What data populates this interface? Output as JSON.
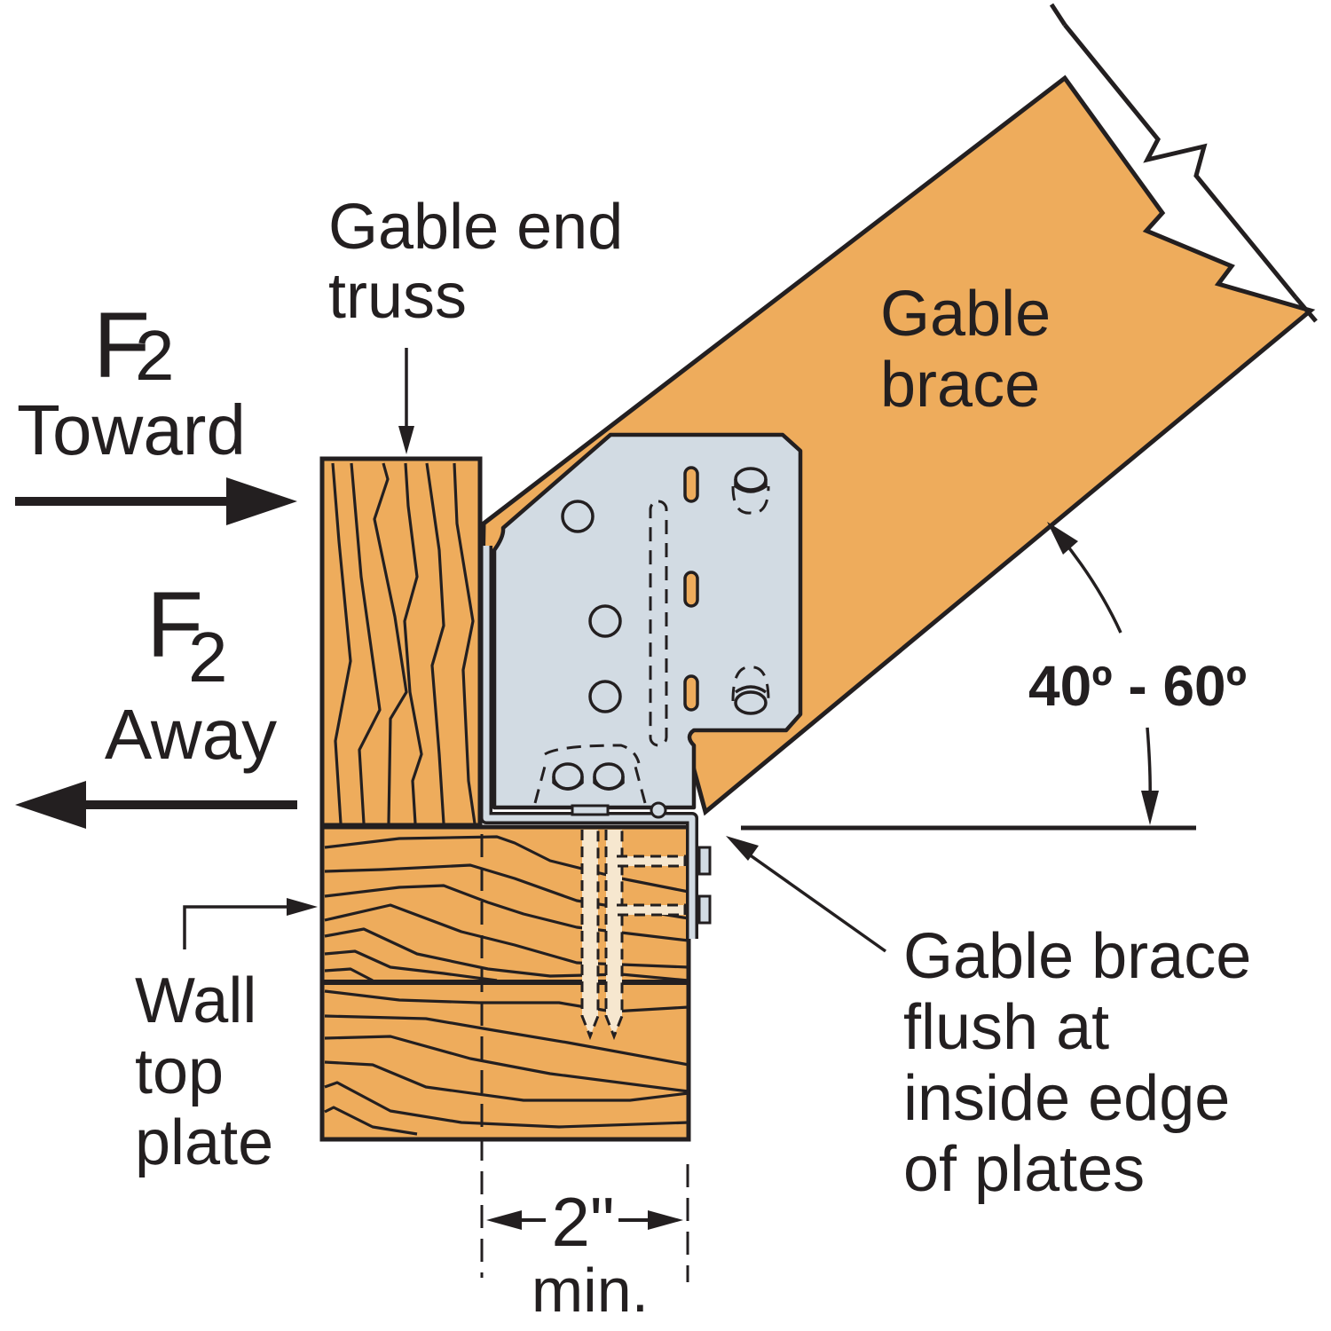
{
  "title": "Gable brace connector installation detail",
  "colors": {
    "wood": "#eeac5c",
    "steel": "#d2dbe3",
    "ink": "#231f20",
    "nail": "#f6e7cf",
    "background": "#ffffff"
  },
  "labels": {
    "gable_end_truss": [
      "Gable end",
      "truss"
    ],
    "gable_brace": [
      "Gable",
      "brace"
    ],
    "force_toward": {
      "symbol": "F",
      "subscript": "2",
      "direction": "Toward"
    },
    "force_away": {
      "symbol": "F",
      "subscript": "2",
      "direction": "Away"
    },
    "angle_range": "40º - 60º",
    "wall_top_plate": [
      "Wall",
      "top",
      "plate"
    ],
    "flush_note": [
      "Gable brace",
      "flush at",
      "inside edge",
      "of plates"
    ],
    "min_dimension": {
      "value": "2\"",
      "unit": "min."
    }
  },
  "icons": {
    "force_toward_arrow": "arrow-right",
    "force_away_arrow": "arrow-left",
    "angle_arc_arrow": "curved-double-arrow",
    "leader_arrows": "arrow-pointer"
  }
}
